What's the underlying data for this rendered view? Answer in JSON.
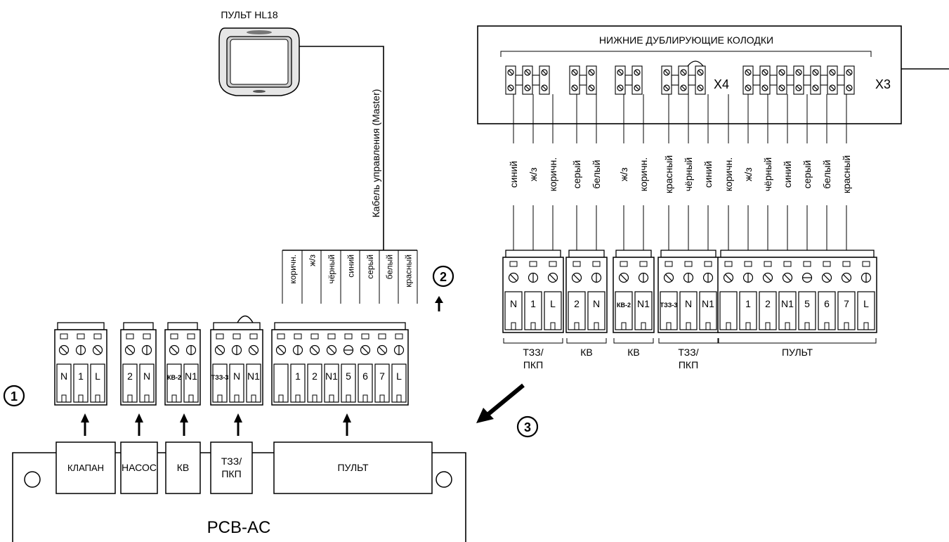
{
  "remote": {
    "title": "ПУЛЬТ HL18"
  },
  "cable_label": "Кабель управления (Master)",
  "duplicate_blocks_title": "НИЖНИЕ ДУБЛИРУЮЩИЕ КОЛОДКИ",
  "block_tags": {
    "x4": "X4",
    "x3": "X3"
  },
  "callouts": [
    "1",
    "2",
    "3"
  ],
  "upper_wires": [
    [
      "синий",
      "ж/з",
      "коричн."
    ],
    [
      "серый",
      "белый"
    ],
    [
      "ж/з",
      "коричн."
    ],
    [
      "красный",
      "чёрный",
      "синий"
    ],
    [
      "коричн.",
      "ж/з",
      "чёрный",
      "синий",
      "серый",
      "белый",
      "красный"
    ]
  ],
  "upper_connectors": [
    {
      "pins": [
        "N",
        "1",
        "L"
      ],
      "label": [
        "ТЗЗ/",
        "ПКП"
      ]
    },
    {
      "pins": [
        "2",
        "N"
      ],
      "label": [
        "КВ"
      ]
    },
    {
      "pins": [
        "КВ-2",
        "N1"
      ],
      "label": [
        "КВ"
      ]
    },
    {
      "pins": [
        "ТЗЗ-3",
        "N",
        "N1"
      ],
      "label": [
        "ТЗЗ/",
        "ПКП"
      ]
    },
    {
      "pins": [
        "",
        "1",
        "2",
        "N1",
        "5",
        "6",
        "7",
        "L"
      ],
      "label": [
        "ПУЛЬТ"
      ]
    }
  ],
  "remote_cable_wires": [
    "коричн.",
    "ж/з",
    "чёрный",
    "синий",
    "серый",
    "белый",
    "красный"
  ],
  "lower_connectors": [
    {
      "pins": [
        "N",
        "1",
        "L"
      ]
    },
    {
      "pins": [
        "2",
        "N"
      ]
    },
    {
      "pins": [
        "КВ-2",
        "N1"
      ]
    },
    {
      "pins": [
        "ТЗЗ-3",
        "N",
        "N1"
      ]
    },
    {
      "pins": [
        "",
        "1",
        "2",
        "N1",
        "5",
        "6",
        "7",
        "L"
      ]
    }
  ],
  "pcb": {
    "name": "PCB-AC",
    "slots": [
      [
        "КЛАПАН"
      ],
      [
        "НАСОС"
      ],
      [
        "КВ"
      ],
      [
        "ТЗЗ/",
        "ПКП"
      ],
      [
        "ПУЛЬТ"
      ]
    ]
  }
}
